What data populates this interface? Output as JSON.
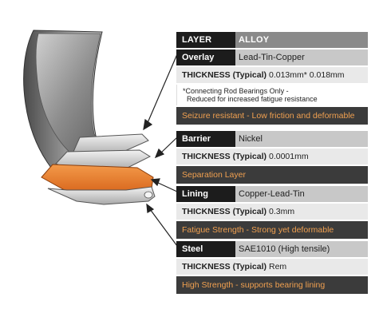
{
  "header": {
    "layer_label": "LAYER",
    "alloy_label": "ALLOY"
  },
  "layers": [
    {
      "name": "Overlay",
      "alloy": "Lead-Tin-Copper",
      "thickness_label": "THICKNESS (Typical)",
      "thickness_value": "0.013mm* 0.018mm",
      "note_line1": "*Connecting Rod Bearings Only -",
      "note_line2": "Reduced for increased fatigue resistance",
      "summary": "Seizure resistant - Low friction and deformable"
    },
    {
      "name": "Barrier",
      "alloy": "Nickel",
      "thickness_label": "THICKNESS (Typical)",
      "thickness_value": "0.0001mm",
      "summary": "Separation Layer"
    },
    {
      "name": "Lining",
      "alloy": "Copper-Lead-Tin",
      "thickness_label": "THICKNESS (Typical)",
      "thickness_value": "0.3mm",
      "summary": "Fatigue Strength - Strong yet deformable"
    },
    {
      "name": "Steel",
      "alloy": "SAE1010 (High tensile)",
      "thickness_label": "THICKNESS (Typical)",
      "thickness_value": "Rem",
      "summary": "High Strength - supports bearing lining"
    }
  ],
  "colors": {
    "header_dark": "#1c1c1c",
    "header_gray": "#8a8a8a",
    "summary_bg": "#3b3b3b",
    "summary_text": "#f0a050",
    "lining_orange": "#e8782a"
  }
}
